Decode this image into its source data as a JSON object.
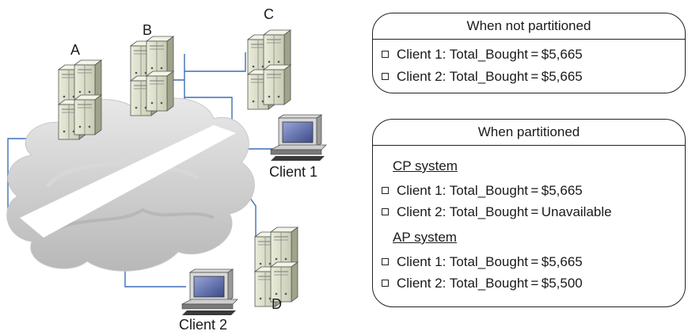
{
  "nodes": {
    "a": "A",
    "b": "B",
    "c": "C",
    "d": "D",
    "client1": "Client 1",
    "client2": "Client 2"
  },
  "panel_not_partitioned": {
    "title": "When not partitioned",
    "rows": [
      "Client 1: Total_Bought = $5,665",
      "Client 2: Total_Bought = $5,665"
    ]
  },
  "panel_partitioned": {
    "title": "When partitioned",
    "cp_label": "CP system",
    "cp_rows": [
      "Client 1: Total_Bought = $5,665",
      "Client 2: Total_Bought = Unavailable"
    ],
    "ap_label": "AP system",
    "ap_rows": [
      "Client 1: Total_Bought = $5,665",
      "Client 2: Total_Bought = $5,500"
    ]
  }
}
